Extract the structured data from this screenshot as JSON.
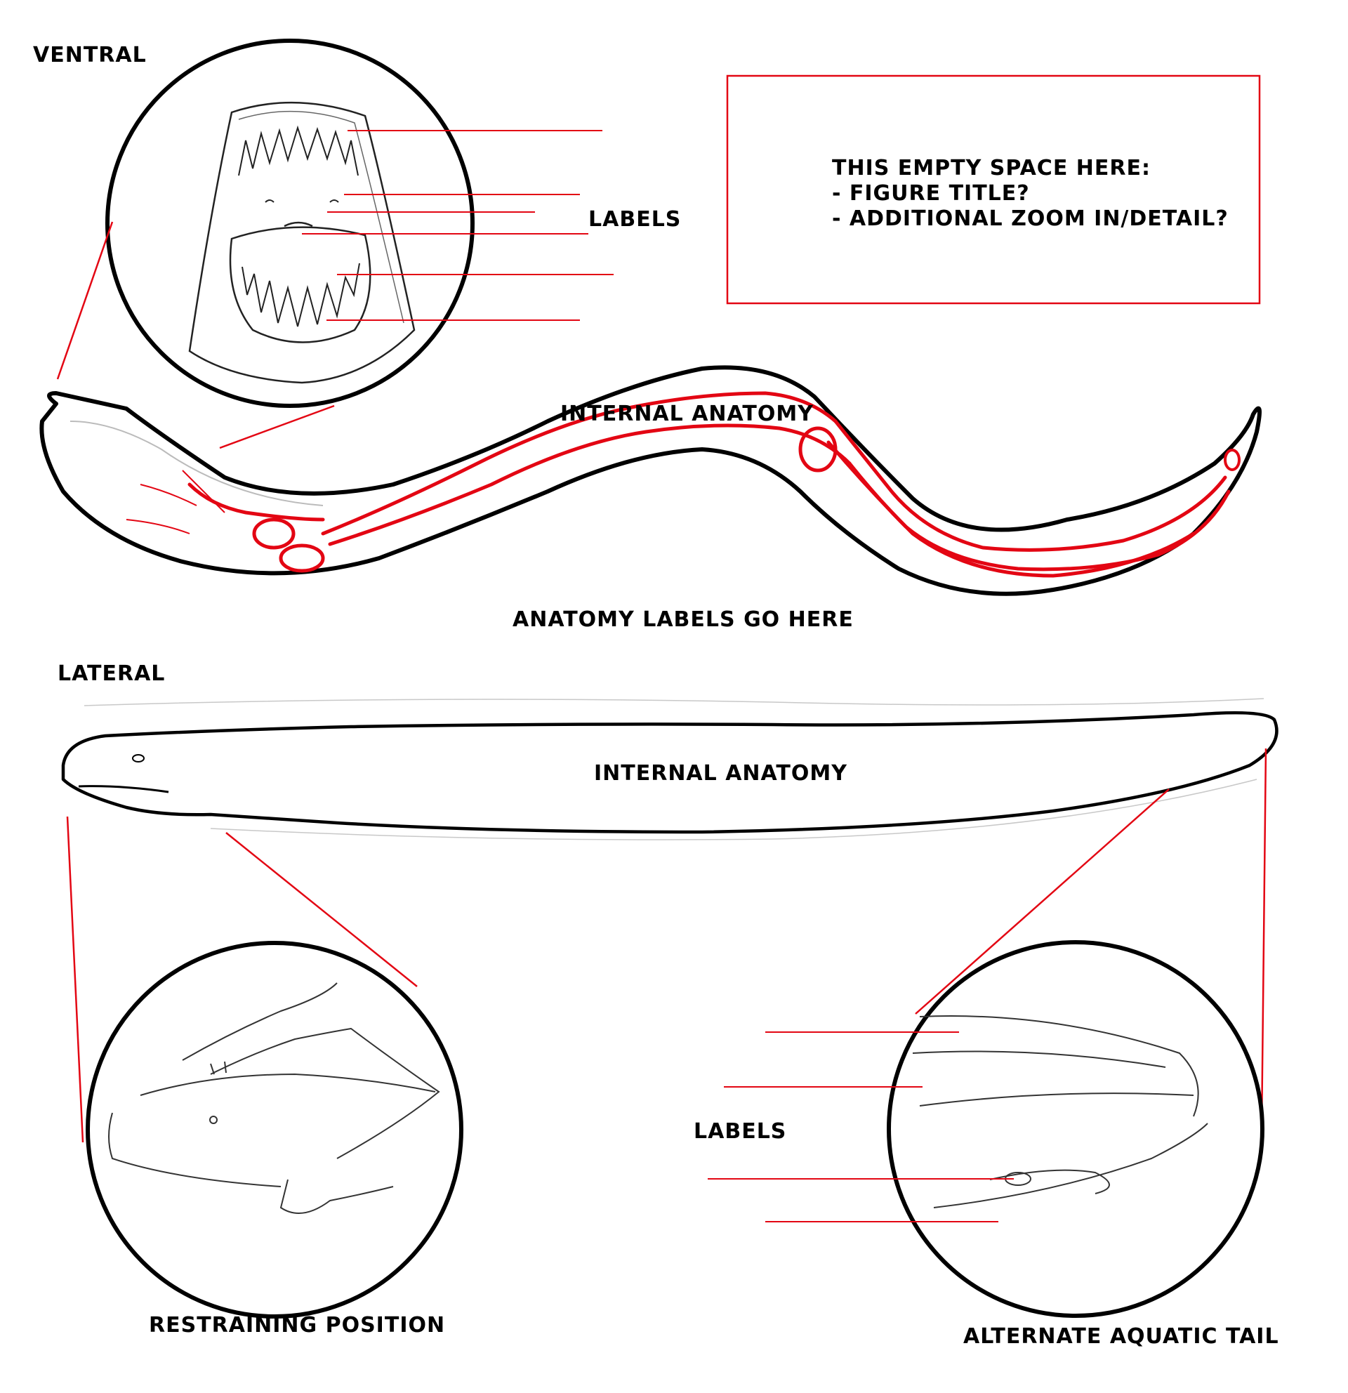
{
  "labels": {
    "ventral": "VENTRAL",
    "labels_top": "LABELS",
    "note_line1": "THIS EMPTY SPACE HERE:",
    "note_line2": "- FIGURE TITLE?",
    "note_line3": "- ADDITIONAL ZOOM IN/DETAIL?",
    "internal_anatomy_top": "INTERNAL ANATOMY",
    "anatomy_labels": "ANATOMY LABELS GO HERE",
    "lateral": "LATERAL",
    "internal_anatomy_lateral": "INTERNAL ANATOMY",
    "labels_bottom": "LABELS",
    "restraining": "RESTRAINING POSITION",
    "aquatic_tail": "ALTERNATE AQUATIC TAIL"
  },
  "colors": {
    "ink": "#000000",
    "accent": "#e30613",
    "sketch": "#b8b8b8"
  }
}
